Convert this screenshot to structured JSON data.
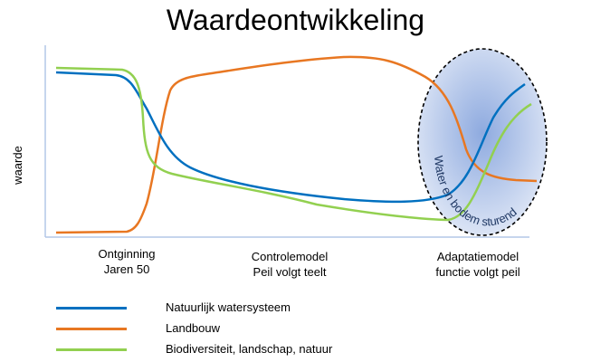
{
  "title": "Waardeontwikkeling",
  "y_axis_label": "waarde",
  "phases": [
    {
      "line1": "Ontginning",
      "line2": "Jaren 50"
    },
    {
      "line1": "Controlemodel",
      "line2": "Peil volgt teelt"
    },
    {
      "line1": "Adaptatiemodel",
      "line2": "functie volgt peil"
    }
  ],
  "ellipse_label": "Water en bodem sturend",
  "legend": [
    {
      "label": "Natuurlijk watersysteem",
      "color": "#0070c0"
    },
    {
      "label": "Landbouw",
      "color": "#e87722"
    },
    {
      "label": "Biodiversiteit, landschap, natuur",
      "color": "#92d050"
    }
  ]
}
